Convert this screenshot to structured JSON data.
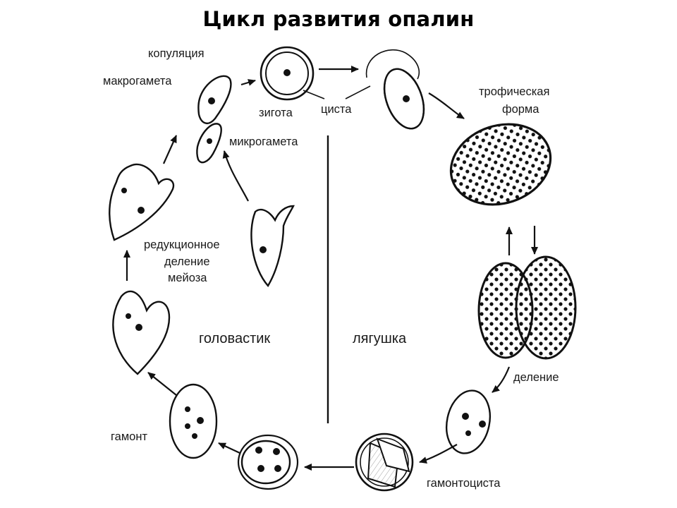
{
  "title": "Цикл развития опалин",
  "labels": {
    "copulation": "копуляция",
    "macrogamete": "макрогамета",
    "zygote": "зигота",
    "cyst": "циста",
    "microgamete": "микрогамета",
    "trophic_line1": "трофическая",
    "trophic_line2": "форма",
    "reduction_line1": "редукционное",
    "reduction_line2": "деление",
    "reduction_line3": "мейоза",
    "tadpole": "головастик",
    "frog": "лягушка",
    "division": "деление",
    "gamont": "гамонт",
    "gamontocyst": "гамонтоциста"
  }
}
